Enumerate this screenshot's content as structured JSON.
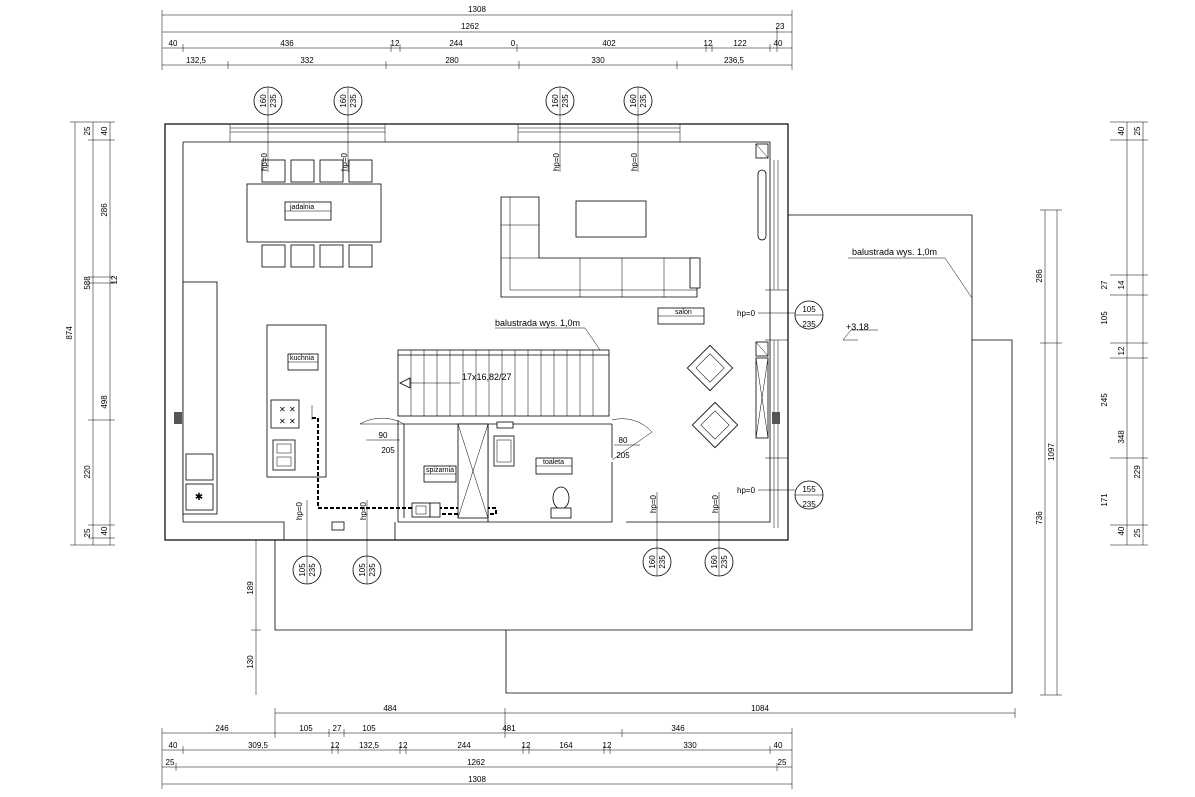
{
  "dims_top": {
    "r0": [
      "1308",
      "",
      ""
    ],
    "r1": [
      "1262",
      "23"
    ],
    "r2": [
      "40",
      "436",
      "12",
      "244",
      "0",
      "402",
      "12",
      "122",
      "40"
    ],
    "r3": [
      "132,5",
      "332",
      "280",
      "330",
      "236,5"
    ]
  },
  "dims_bottom": {
    "r0": [
      "484",
      "1084"
    ],
    "r1": [
      "246",
      "105",
      "27",
      "105",
      "481",
      "346"
    ],
    "r2": [
      "40",
      "309,5",
      "12",
      "132,5",
      "12",
      "244",
      "12",
      "164",
      "12",
      "330",
      "40"
    ],
    "r3": [
      "25",
      "1262",
      "25"
    ],
    "r4": [
      "1308"
    ]
  },
  "dims_left": {
    "outer": "874",
    "inner": "588",
    "a": [
      "25",
      "40",
      "286",
      "12",
      "498",
      "220",
      "40",
      "25"
    ]
  },
  "dims_right": {
    "a": [
      "40",
      "25",
      "286",
      "1097",
      "736"
    ],
    "b": [
      "27",
      "14",
      "105",
      "12",
      "245",
      "348",
      "229",
      "171",
      "40",
      "25"
    ]
  },
  "dims_entry": [
    "189",
    "130"
  ],
  "windows": {
    "w1": [
      "160",
      "235"
    ],
    "w2": [
      "160",
      "235"
    ],
    "w3": [
      "160",
      "235"
    ],
    "w4": [
      "160",
      "235"
    ],
    "w5": [
      "105",
      "235"
    ],
    "w6": [
      "155",
      "235"
    ],
    "w7": [
      "105",
      "235"
    ],
    "w8": [
      "105",
      "235"
    ],
    "w9": [
      "160",
      "235"
    ],
    "w10": [
      "160",
      "235"
    ]
  },
  "hp": "hp=0",
  "doors": {
    "d1": [
      "90",
      "205"
    ],
    "d2": [
      "80",
      "205"
    ]
  },
  "rooms": {
    "jadalnia": "jadalnia",
    "kuchnia": "kuchnia",
    "salon": "salon",
    "spizarnia": "spiżarnia",
    "toaleta": "toaleta"
  },
  "stairs": "17x16,82/27",
  "balustrade_inner": "balustrada wys. 1,0m",
  "balustrade_terrace": "balustrada wys. 1,0m",
  "level": "+3.18"
}
